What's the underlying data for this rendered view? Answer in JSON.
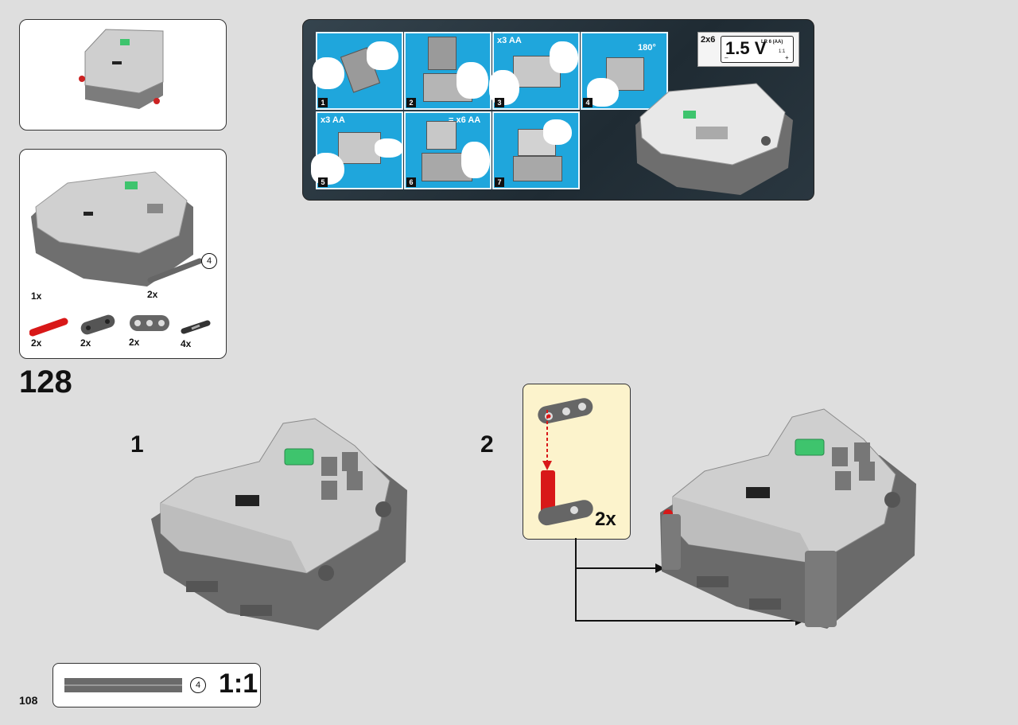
{
  "step_number": "128",
  "page_number": "108",
  "substep_1": "1",
  "substep_2": "2",
  "parts_list": {
    "hub_count": "1x",
    "axle_count": "2x",
    "axle_length": "4",
    "pin_red_count": "2x",
    "connector_count": "2x",
    "beam_count": "2x",
    "joint_count": "4x"
  },
  "battery_install": {
    "steps": [
      "1",
      "2",
      "3",
      "4",
      "5",
      "6",
      "7"
    ],
    "tag_3": "x3 AA",
    "tag_4": "180°",
    "tag_5": "x3 AA",
    "tag_6": "= x6 AA",
    "batt_mult": "2x6",
    "voltage": "1.5 V",
    "battery_type": "LR 6 (AA)",
    "ratio": "1:1",
    "minus": "–",
    "plus": "+"
  },
  "callout_multiplier": "2x",
  "scale_box": {
    "length": "4",
    "ratio": "1:1"
  },
  "colors": {
    "hub_light": "#c8c8c8",
    "hub_dark": "#7a7a7a",
    "button_green": "#3ec46d",
    "pin_red": "#d81818",
    "callout_bg": "#fcf3cc",
    "battery_bg": "#1fa6dc"
  }
}
